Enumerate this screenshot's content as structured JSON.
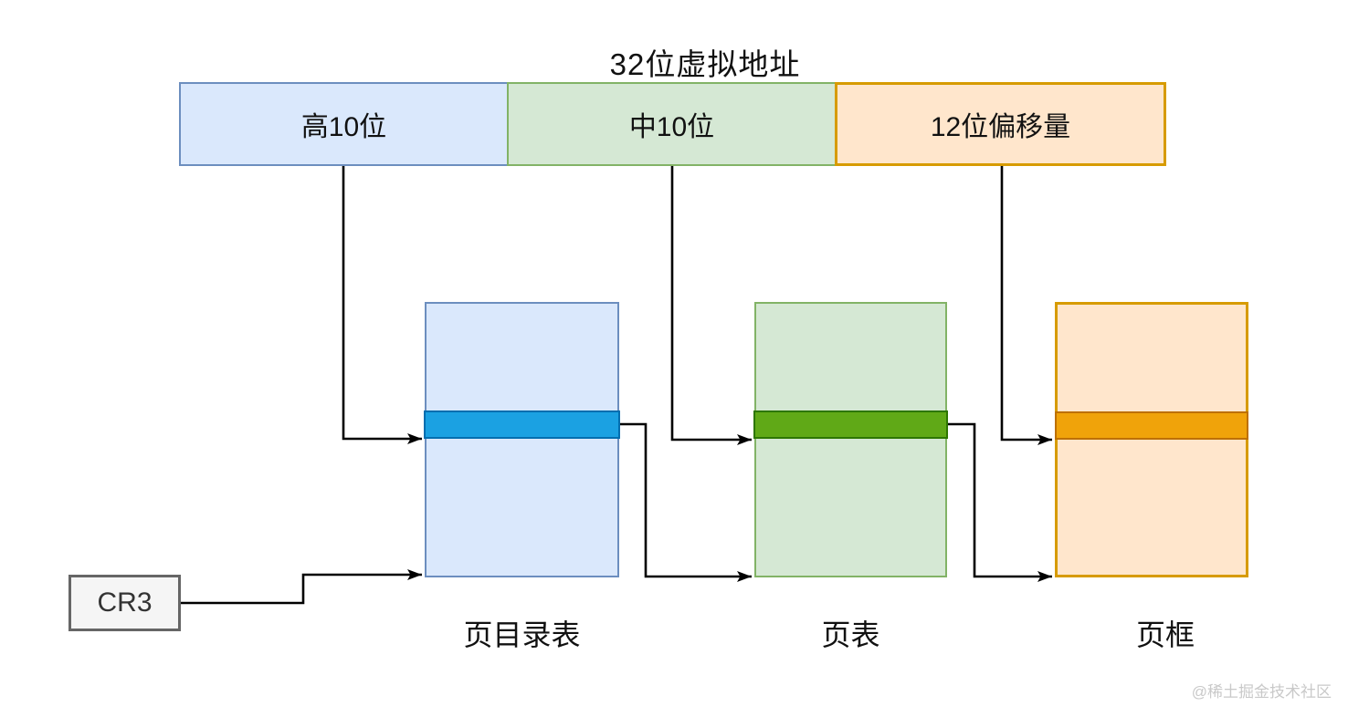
{
  "diagram": {
    "title": "32位虚拟地址",
    "address_bar": {
      "segments": [
        {
          "id": "high10",
          "label": "高10位",
          "fill": "#dae8fc",
          "stroke": "#6c8ebf"
        },
        {
          "id": "mid10",
          "label": "中10位",
          "fill": "#d5e8d4",
          "stroke": "#82b366"
        },
        {
          "id": "offset12",
          "label": "12位偏移量",
          "fill": "#ffe6cc",
          "stroke": "#d79b00"
        }
      ]
    },
    "tables": [
      {
        "id": "page-directory",
        "label": "页目录表",
        "fill": "#dae8fc",
        "stroke": "#6c8ebf",
        "highlight_fill": "#1ba1e2",
        "highlight_stroke": "#006eaf"
      },
      {
        "id": "page-table",
        "label": "页表",
        "fill": "#d5e8d4",
        "stroke": "#82b366",
        "highlight_fill": "#60a917",
        "highlight_stroke": "#2d7600"
      },
      {
        "id": "page-frame",
        "label": "页框",
        "fill": "#ffe6cc",
        "stroke": "#d79b00",
        "highlight_fill": "#f0a30a",
        "highlight_stroke": "#bd7000"
      }
    ],
    "cr3": {
      "label": "CR3",
      "fill": "#f5f5f5",
      "stroke": "#666666"
    },
    "connector_color": "#000000",
    "watermark": "@稀土掘金技术社区"
  }
}
